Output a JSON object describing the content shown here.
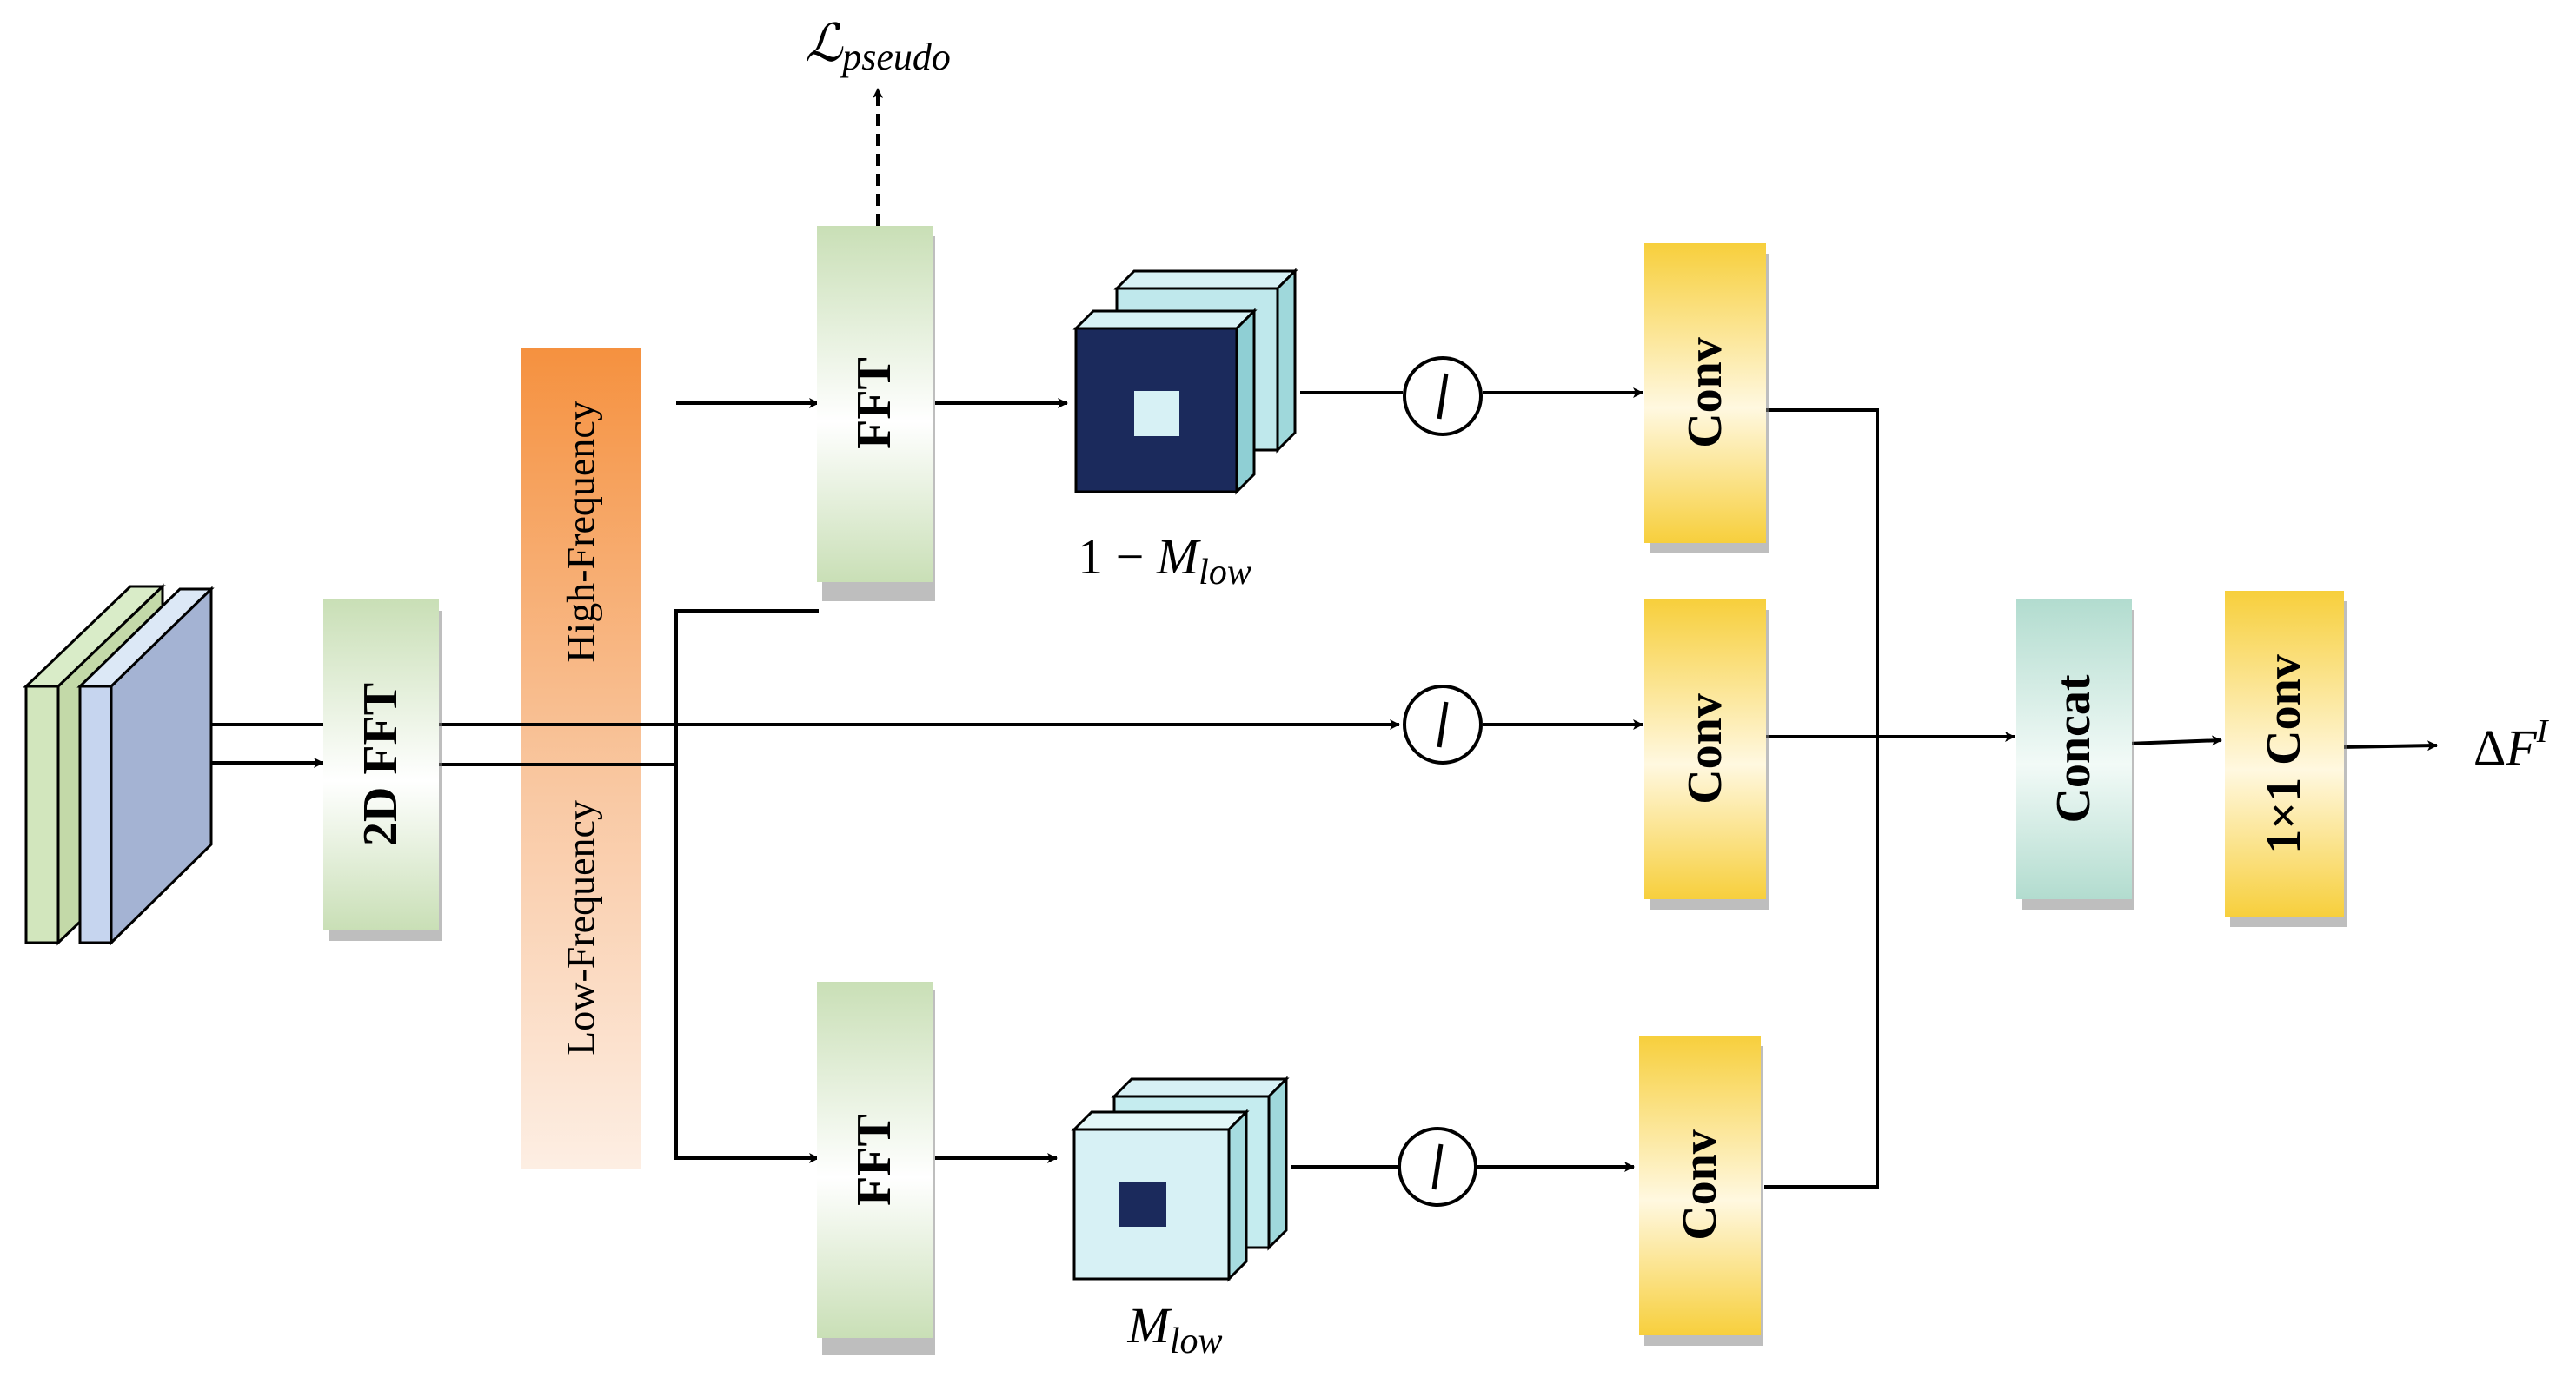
{
  "blocks": {
    "fft2d": "2D FFT",
    "fft_top": "FFT",
    "fft_bottom": "FFT",
    "conv_top": "Conv",
    "conv_mid": "Conv",
    "conv_bottom": "Conv",
    "concat": "Concat",
    "conv1x1": "1×1 Conv"
  },
  "band": {
    "high": "High-Frequency",
    "low": "Low-Frequency"
  },
  "labels": {
    "loss_main": "ℒ",
    "loss_sub": "pseudo",
    "mask_top_prefix": "1 − ",
    "mask_top_main": "M",
    "mask_top_sub": "low",
    "mask_bottom_main": "M",
    "mask_bottom_sub": "low",
    "output_delta": "Δ",
    "output_main": "F",
    "output_sup": "I"
  },
  "colors": {
    "green_block": "#d4e6c3",
    "yellow_block": "#f7d34a",
    "teal_block": "#b8e0d6",
    "orange_band": "#f5934a",
    "peach_band": "#fbe3d2",
    "navy": "#1b2a5c",
    "light_cyan": "#d7f1f5"
  }
}
